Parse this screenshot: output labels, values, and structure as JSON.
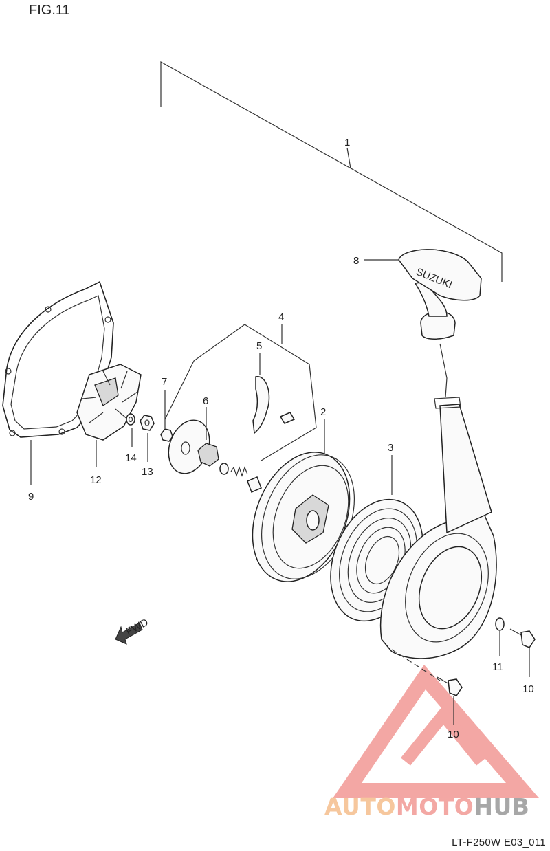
{
  "figure": {
    "title": "FIG.11",
    "code": "LT-F250W E03_011"
  },
  "callouts": [
    {
      "id": "c1",
      "label": "1"
    },
    {
      "id": "c2",
      "label": "2"
    },
    {
      "id": "c3",
      "label": "3"
    },
    {
      "id": "c4",
      "label": "4"
    },
    {
      "id": "c5",
      "label": "5"
    },
    {
      "id": "c6",
      "label": "6"
    },
    {
      "id": "c7",
      "label": "7"
    },
    {
      "id": "c8",
      "label": "8"
    },
    {
      "id": "c9",
      "label": "9"
    },
    {
      "id": "c10a",
      "label": "10"
    },
    {
      "id": "c10b",
      "label": "10"
    },
    {
      "id": "c11",
      "label": "11"
    },
    {
      "id": "c12",
      "label": "12"
    },
    {
      "id": "c13",
      "label": "13"
    },
    {
      "id": "c14",
      "label": "14"
    }
  ],
  "fwd_marker": "FWD",
  "handle_brand": "SUZUKI",
  "watermark": {
    "part1": "AUTO",
    "part2": "MOTO",
    "part3": "HUB",
    "colors": {
      "auto": "#f6c79d",
      "moto": "#f3a8a4",
      "hub": "#a7a7a7",
      "logo": "#f08a86"
    }
  }
}
